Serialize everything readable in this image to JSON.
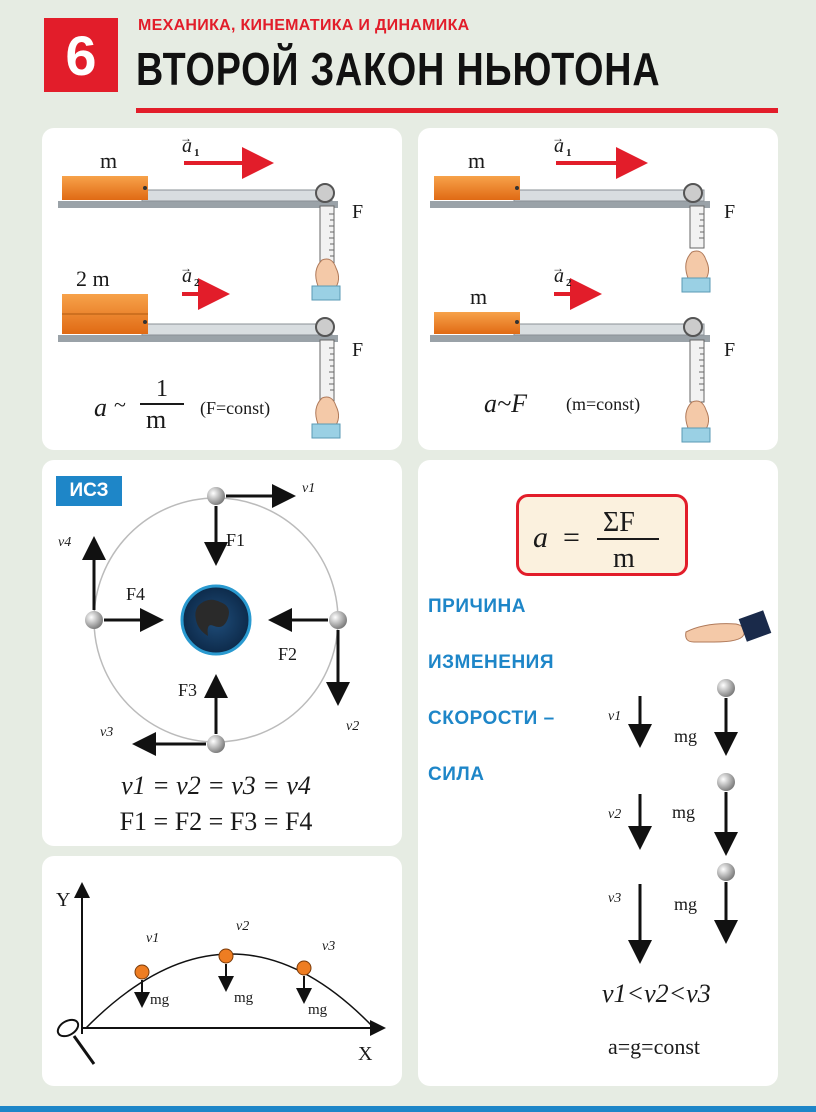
{
  "header": {
    "number": "6",
    "subtitle": "МЕХАНИКА, КИНЕМАТИКА И ДИНАМИКА",
    "title": "ВТОРОЙ ЗАКОН НЬЮТОНА"
  },
  "panel_mass": {
    "mass_top": "m",
    "mass_bottom": "2 m",
    "accel_top": "a",
    "accel_top_sub": "1",
    "accel_bottom": "a",
    "accel_bottom_sub": "2",
    "force_label": "F",
    "formula_a": "a",
    "formula_tilde": "~",
    "formula_num": "1",
    "formula_den": "m",
    "formula_note": "(F=const)"
  },
  "panel_force": {
    "mass_top": "m",
    "mass_bottom": "m",
    "accel_top": "a",
    "accel_top_sub": "1",
    "accel_bottom": "a",
    "accel_bottom_sub": "2",
    "force_label": "F",
    "formula": "a~F",
    "formula_note": "(m=const)"
  },
  "panel_satellite": {
    "badge": "ИСЗ",
    "velocities": [
      "v1",
      "v2",
      "v3",
      "v4"
    ],
    "forces": [
      "F1",
      "F2",
      "F3",
      "F4"
    ],
    "eq_v": "v1 = v2 = v3 = v4",
    "eq_f": "F1 = F2 = F3 = F4"
  },
  "panel_law": {
    "formula_lhs": "a",
    "formula_eq": "=",
    "formula_num": "ΣF",
    "formula_den": "m",
    "cause_lines": [
      "ПРИЧИНА",
      "ИЗМЕНЕНИЯ",
      "СКОРОСТИ –",
      "СИЛА"
    ],
    "mg": "mg",
    "velocities": [
      "v1",
      "v2",
      "v3"
    ],
    "ineq": "v1<v2<v3",
    "const_eq": "a=g=const"
  },
  "panel_trajectory": {
    "axis_y": "Y",
    "axis_x": "X",
    "velocities": [
      "v1",
      "v2",
      "v3"
    ],
    "mg": "mg"
  },
  "colors": {
    "red": "#e21d2a",
    "blue": "#1e86c8",
    "orange": "#ee7d22",
    "background": "#e6ece3"
  }
}
